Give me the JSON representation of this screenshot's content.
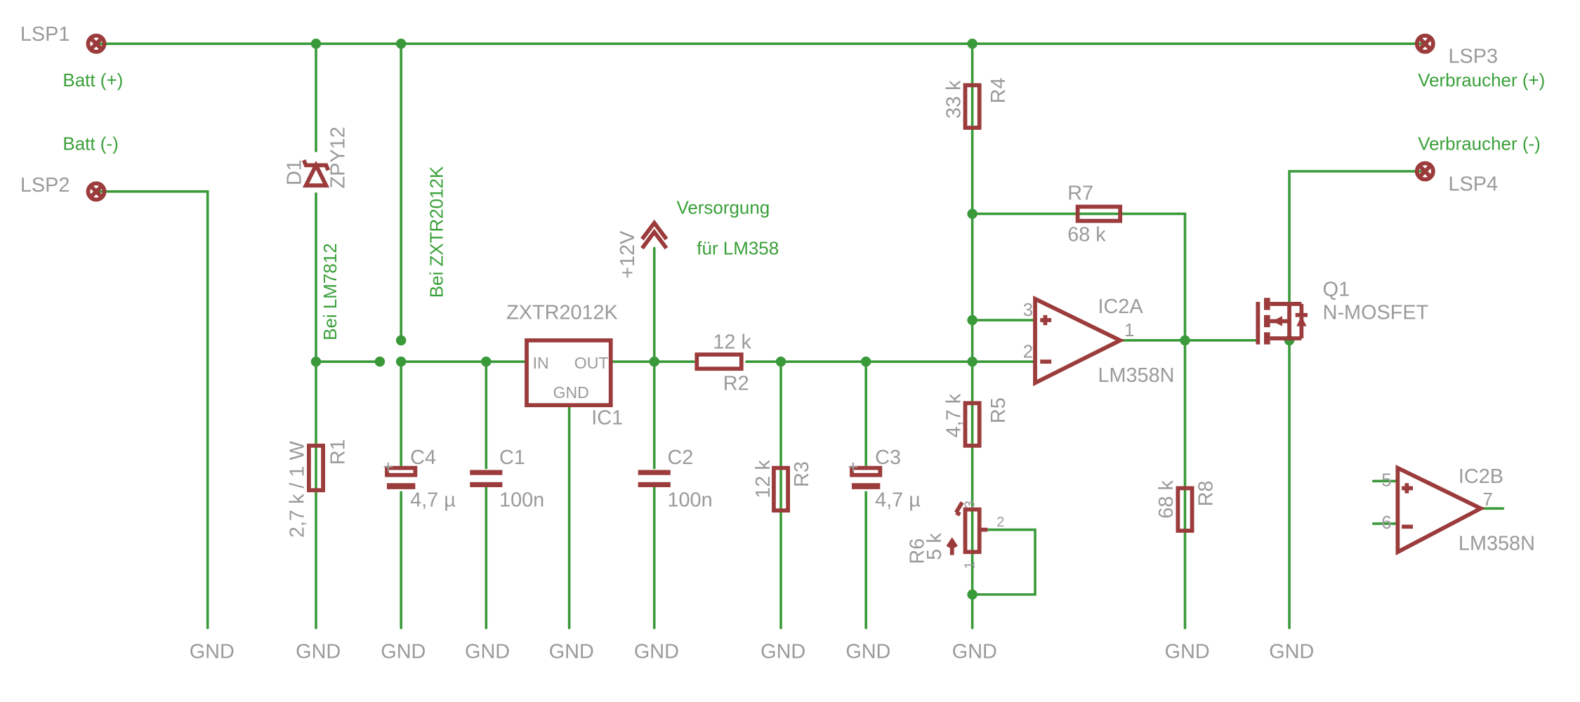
{
  "connectors": {
    "lsp1": "LSP1",
    "lsp2": "LSP2",
    "lsp3": "LSP3",
    "lsp4": "LSP4",
    "batt_plus": "Batt (+)",
    "batt_minus": "Batt (-)",
    "load_plus": "Verbraucher (+)",
    "load_minus": "Verbraucher (-)"
  },
  "notes": {
    "supply_1": "Versorgung",
    "supply_2": "für LM358",
    "bei_lm7812": "Bei LM7812",
    "bei_zxtr": "Bei ZXTR2012K"
  },
  "parts": {
    "d1": {
      "name": "D1",
      "value": "ZPY12"
    },
    "r1": {
      "name": "R1",
      "value": "2,7 k / 1 W"
    },
    "c4": {
      "name": "C4",
      "value": "4,7 µ"
    },
    "c1": {
      "name": "C1",
      "value": "100n"
    },
    "ic1": {
      "name": "IC1",
      "value": "ZXTR2012K",
      "pin_in": "IN",
      "pin_out": "OUT",
      "pin_gnd": "GND"
    },
    "c2": {
      "name": "C2",
      "value": "100n"
    },
    "supply": "+12V",
    "r2": {
      "name": "R2",
      "value": "12 k"
    },
    "r3": {
      "name": "R3",
      "value": "12 k"
    },
    "c3": {
      "name": "C3",
      "value": "4,7 µ"
    },
    "r4": {
      "name": "R4",
      "value": "33 k"
    },
    "r5": {
      "name": "R5",
      "value": "4,7 k"
    },
    "r6": {
      "name": "R6",
      "value": "5 k",
      "pin1": "1",
      "pin2": "2",
      "pin3": "3"
    },
    "r7": {
      "name": "R7",
      "value": "68 k"
    },
    "r8": {
      "name": "R8",
      "value": "68 k"
    },
    "ic2a": {
      "name": "IC2A",
      "value": "LM358N",
      "pin_plus": "3",
      "pin_minus": "2",
      "pin_out": "1"
    },
    "ic2b": {
      "name": "IC2B",
      "value": "LM358N",
      "pin_plus": "5",
      "pin_minus": "6",
      "pin_out": "7"
    },
    "q1": {
      "name": "Q1",
      "value": "N-MOSFET"
    }
  },
  "gnd_label": "GND",
  "colors": {
    "wire": "#3a9a3a",
    "component": "#9b3b3b",
    "label": "#9a9a9a",
    "note": "#3aa03a"
  }
}
